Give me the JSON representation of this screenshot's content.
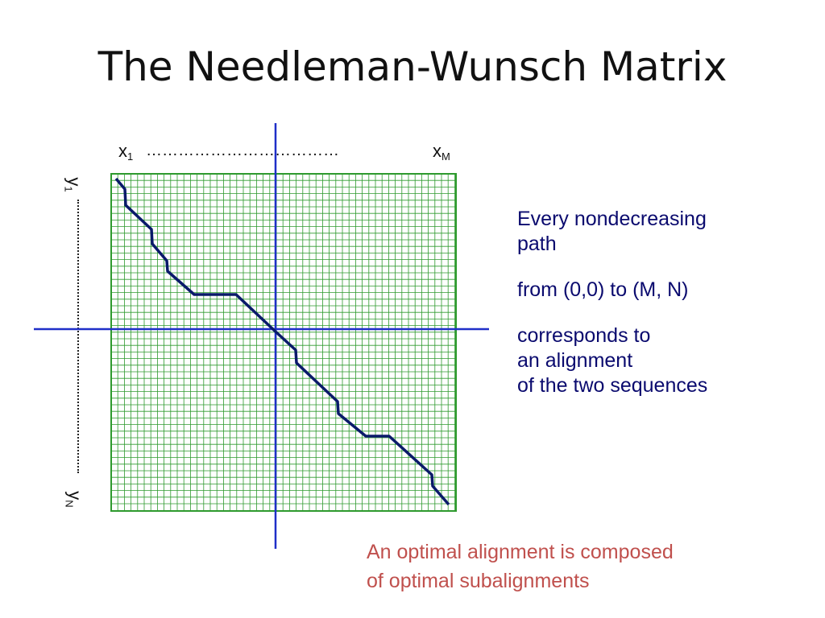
{
  "title": "The Needleman-Wunsch Matrix",
  "axes": {
    "x_start": "x",
    "x_start_sub": "1",
    "x_end": "x",
    "x_end_sub": "M",
    "y_start": "y",
    "y_start_sub": "1",
    "y_end": "y",
    "y_end_sub": "N",
    "dots": "………………………………"
  },
  "explanation": {
    "line1": "Every nondecreasing",
    "line2": "path",
    "line3": "from (0,0) to (M, N)",
    "line4": "corresponds to",
    "line5": "an alignment",
    "line6": "of the two sequences"
  },
  "highlight": {
    "line1": "An optimal alignment is composed",
    "line2": "of optimal subalignments"
  },
  "colors": {
    "grid": "#2e9a2e",
    "path": "#0a1a6a",
    "crosshair": "#1f2fc8",
    "explanation_text": "#0a0a6e",
    "highlight_text": "#c0504d"
  }
}
